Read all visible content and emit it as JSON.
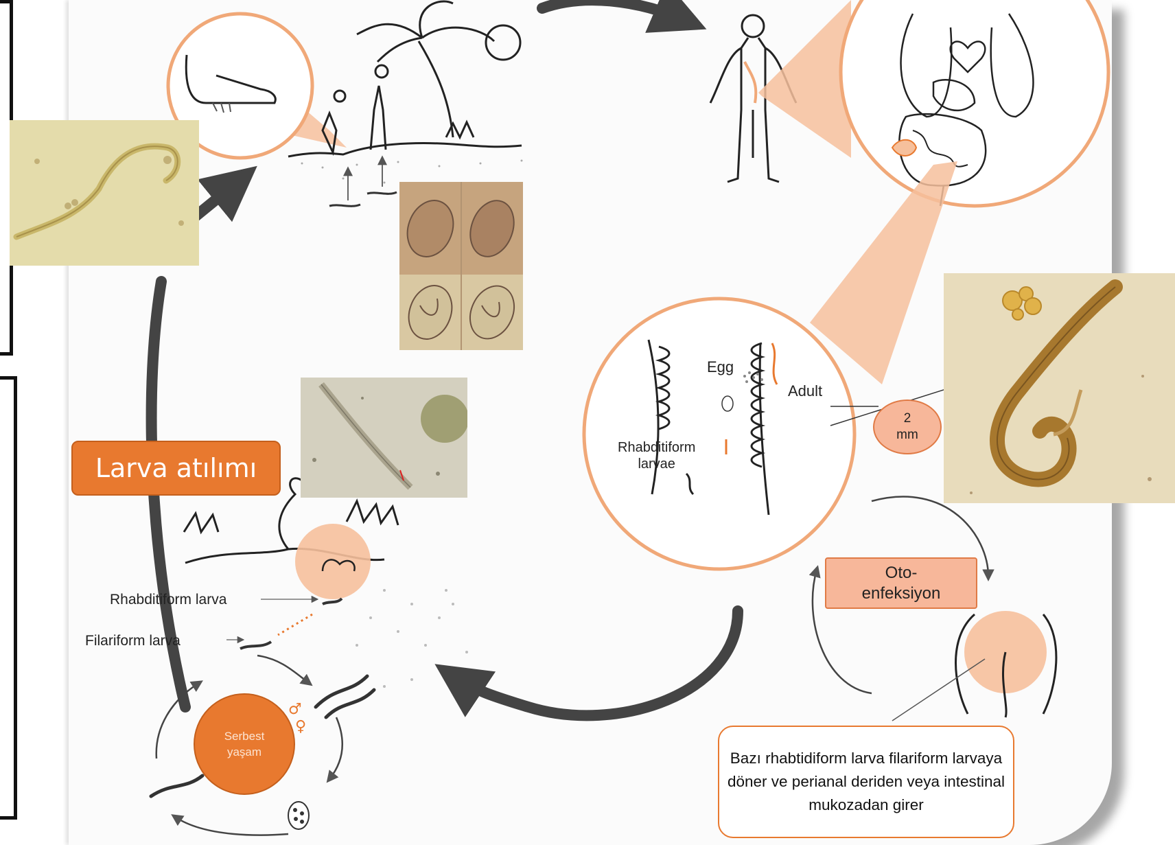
{
  "labels": {
    "larva_atilimi": "Larva atılımı",
    "oto_enfeksiyon": "Oto-\nenfeksiyon",
    "bazi_rhabditiform": "Bazı rhabtidiform larva filariform larvaya döner ve perianal deriden veya intestinal mukozadan girer",
    "size_badge": "2\nmm",
    "serbest_yasam": "Serbest\nyaşam"
  },
  "diagram": {
    "egg": "Egg",
    "adult": "Adult",
    "rhabditiform_larvae": "Rhabditiform\nlarvae",
    "rhabditiform_larva": "Rhabditiform larva",
    "filariform_larva": "Filariform larva"
  },
  "colors": {
    "accent_orange": "#e8792f",
    "light_orange": "#f7b79a",
    "highlight_peach": "#f6c09c",
    "arrow_gray": "#444444"
  }
}
